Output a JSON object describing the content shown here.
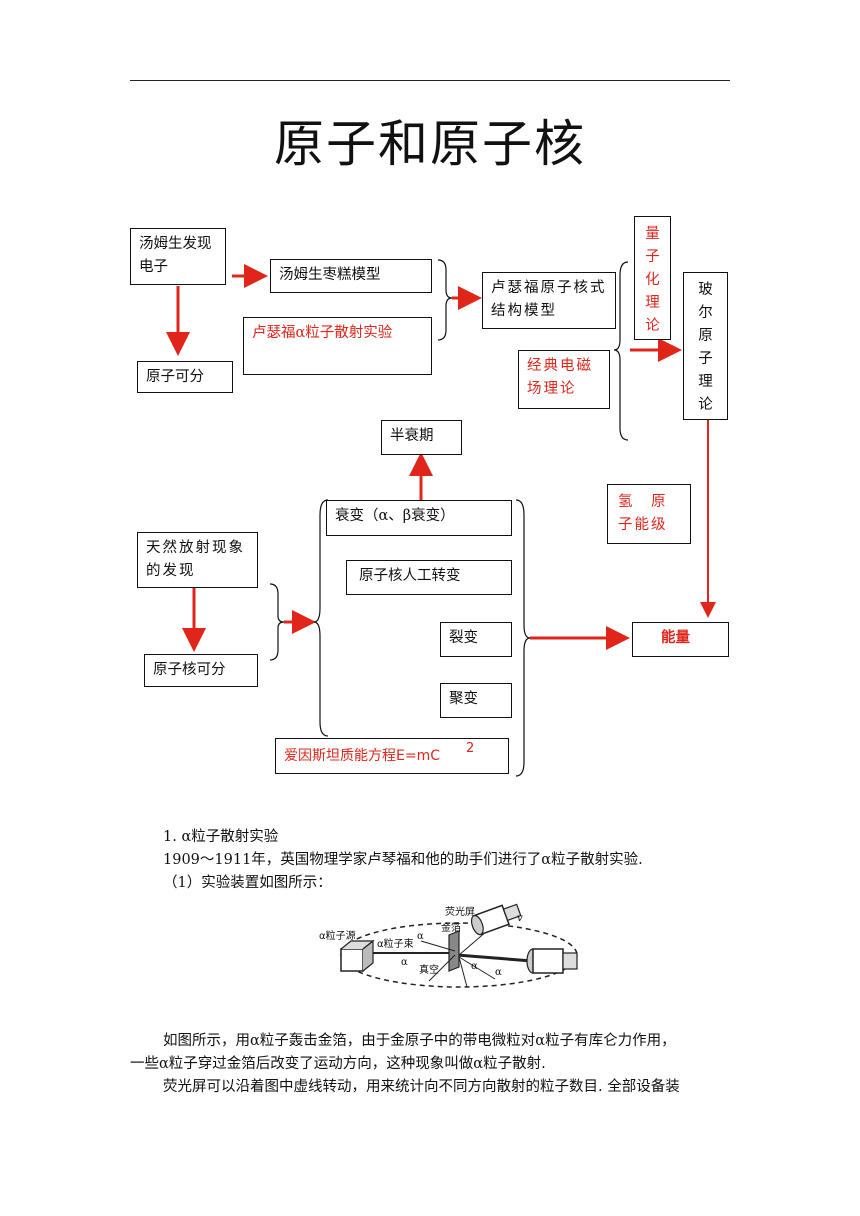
{
  "title": "原子和原子核",
  "diagram": {
    "thomson": "汤姆生发现电子",
    "atom_divisible": "原子可分",
    "plum_model": "汤姆生枣糕模型",
    "rutherford_exp": "卢瑟福α粒子散射实验",
    "rutherford_model": "卢瑟福原子核式结构模型",
    "quantum": [
      "量",
      "子",
      "化",
      "理",
      "论"
    ],
    "classical_em": "经典电磁场理论",
    "bohr": [
      "玻",
      "尔",
      "原",
      "子",
      "理",
      "论"
    ],
    "hydrogen": "氢　原子能级",
    "half_life": "半衰期",
    "decay": "衰变（α、β衰变）",
    "radioactivity": "天然放射现象的发现",
    "nucleus_divisible": "原子核可分",
    "artificial": "原子核人工转变",
    "fission": "裂变",
    "fusion": "聚变",
    "einstein": "爱因斯坦质能方程E=mC",
    "einstein_exp": "2",
    "energy": "能量"
  },
  "text": {
    "section": "1. α粒子散射实验",
    "line1": "1909～1911年，英国物理学家卢琴福和他的助手们进行了α粒子散射实验.",
    "line2": "（1）实验装置如图所示：",
    "para1a": "如图所示，用α粒子轰击金箔，由于金原子中的带电微粒对α粒子有库仑力作用，",
    "para1b": "一些α粒子穿过金箔后改变了运动方向，这种现象叫做α粒子散射.",
    "para2": "荧光屏可以沿着图中虚线转动，用来统计向不同方向散射的粒子数目. 全部设备装"
  },
  "figure_labels": {
    "source": "α粒子源",
    "beam": "α粒子束",
    "screen": "荧光屏",
    "foil": "金箔",
    "vacuum": "真空",
    "alpha": "α",
    "v": "v"
  },
  "colors": {
    "accent": "#e0251b",
    "line": "#111111"
  }
}
